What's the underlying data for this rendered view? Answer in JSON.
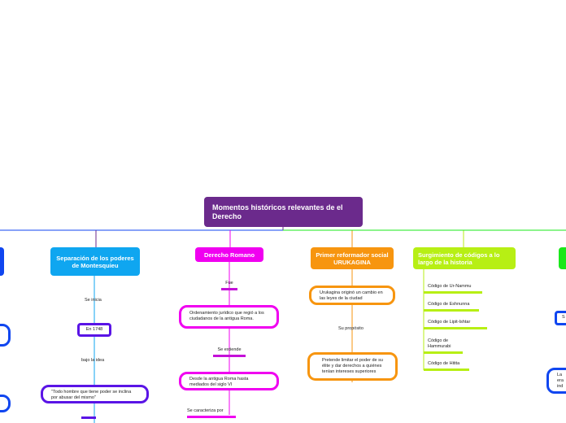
{
  "title": "Momentos históricos relevantes de el Derecho",
  "colors": {
    "title": "#6b2a8c",
    "montesquieu": "#0fa6f0",
    "romano": "#f000f0",
    "urukagina": "#f7950f",
    "codigos": "#b7ef14",
    "leftcut": "#1046f0",
    "rightcut": "#1ae81a",
    "montesquieu_sub": "#5a14e6"
  },
  "branches": {
    "montesquieu": {
      "label": "Separación de los poderes de Montesquieu",
      "items": [
        "Se inicia",
        "En 1748",
        "bajo la idea",
        "\"Todo hombre que tiene poder se inclina por abusar del mismo\""
      ]
    },
    "romano": {
      "label": "Derecho Romano",
      "items": [
        "Fue",
        "Ordenamiento jurídico que regió a los ciudadanos de la antigua Roma.",
        "Se extiende",
        "Desde la antigua Roma hasta mediados del siglo VI",
        "Se caracteriza por"
      ]
    },
    "urukagina": {
      "label": "Primer reformador social URUKAGINA",
      "items": [
        "Urukagina originó un cambio en las leyes de la ciudad",
        "Su propósito",
        "Pretende limitar el poder de su élite y dar derechos a quiénes tenían intereses superiores"
      ]
    },
    "codigos": {
      "label": "Surgimiento de códigos a lo largo de la historia",
      "items": [
        "Código de Ur-Nammu",
        "Código de Eshnunna",
        "Código de Lipit-Ishtar",
        "Código de Hammurabi",
        "Código de Hitita"
      ]
    },
    "right_partial": {
      "fragments": [
        "S",
        "La",
        "era",
        "ind"
      ]
    }
  }
}
